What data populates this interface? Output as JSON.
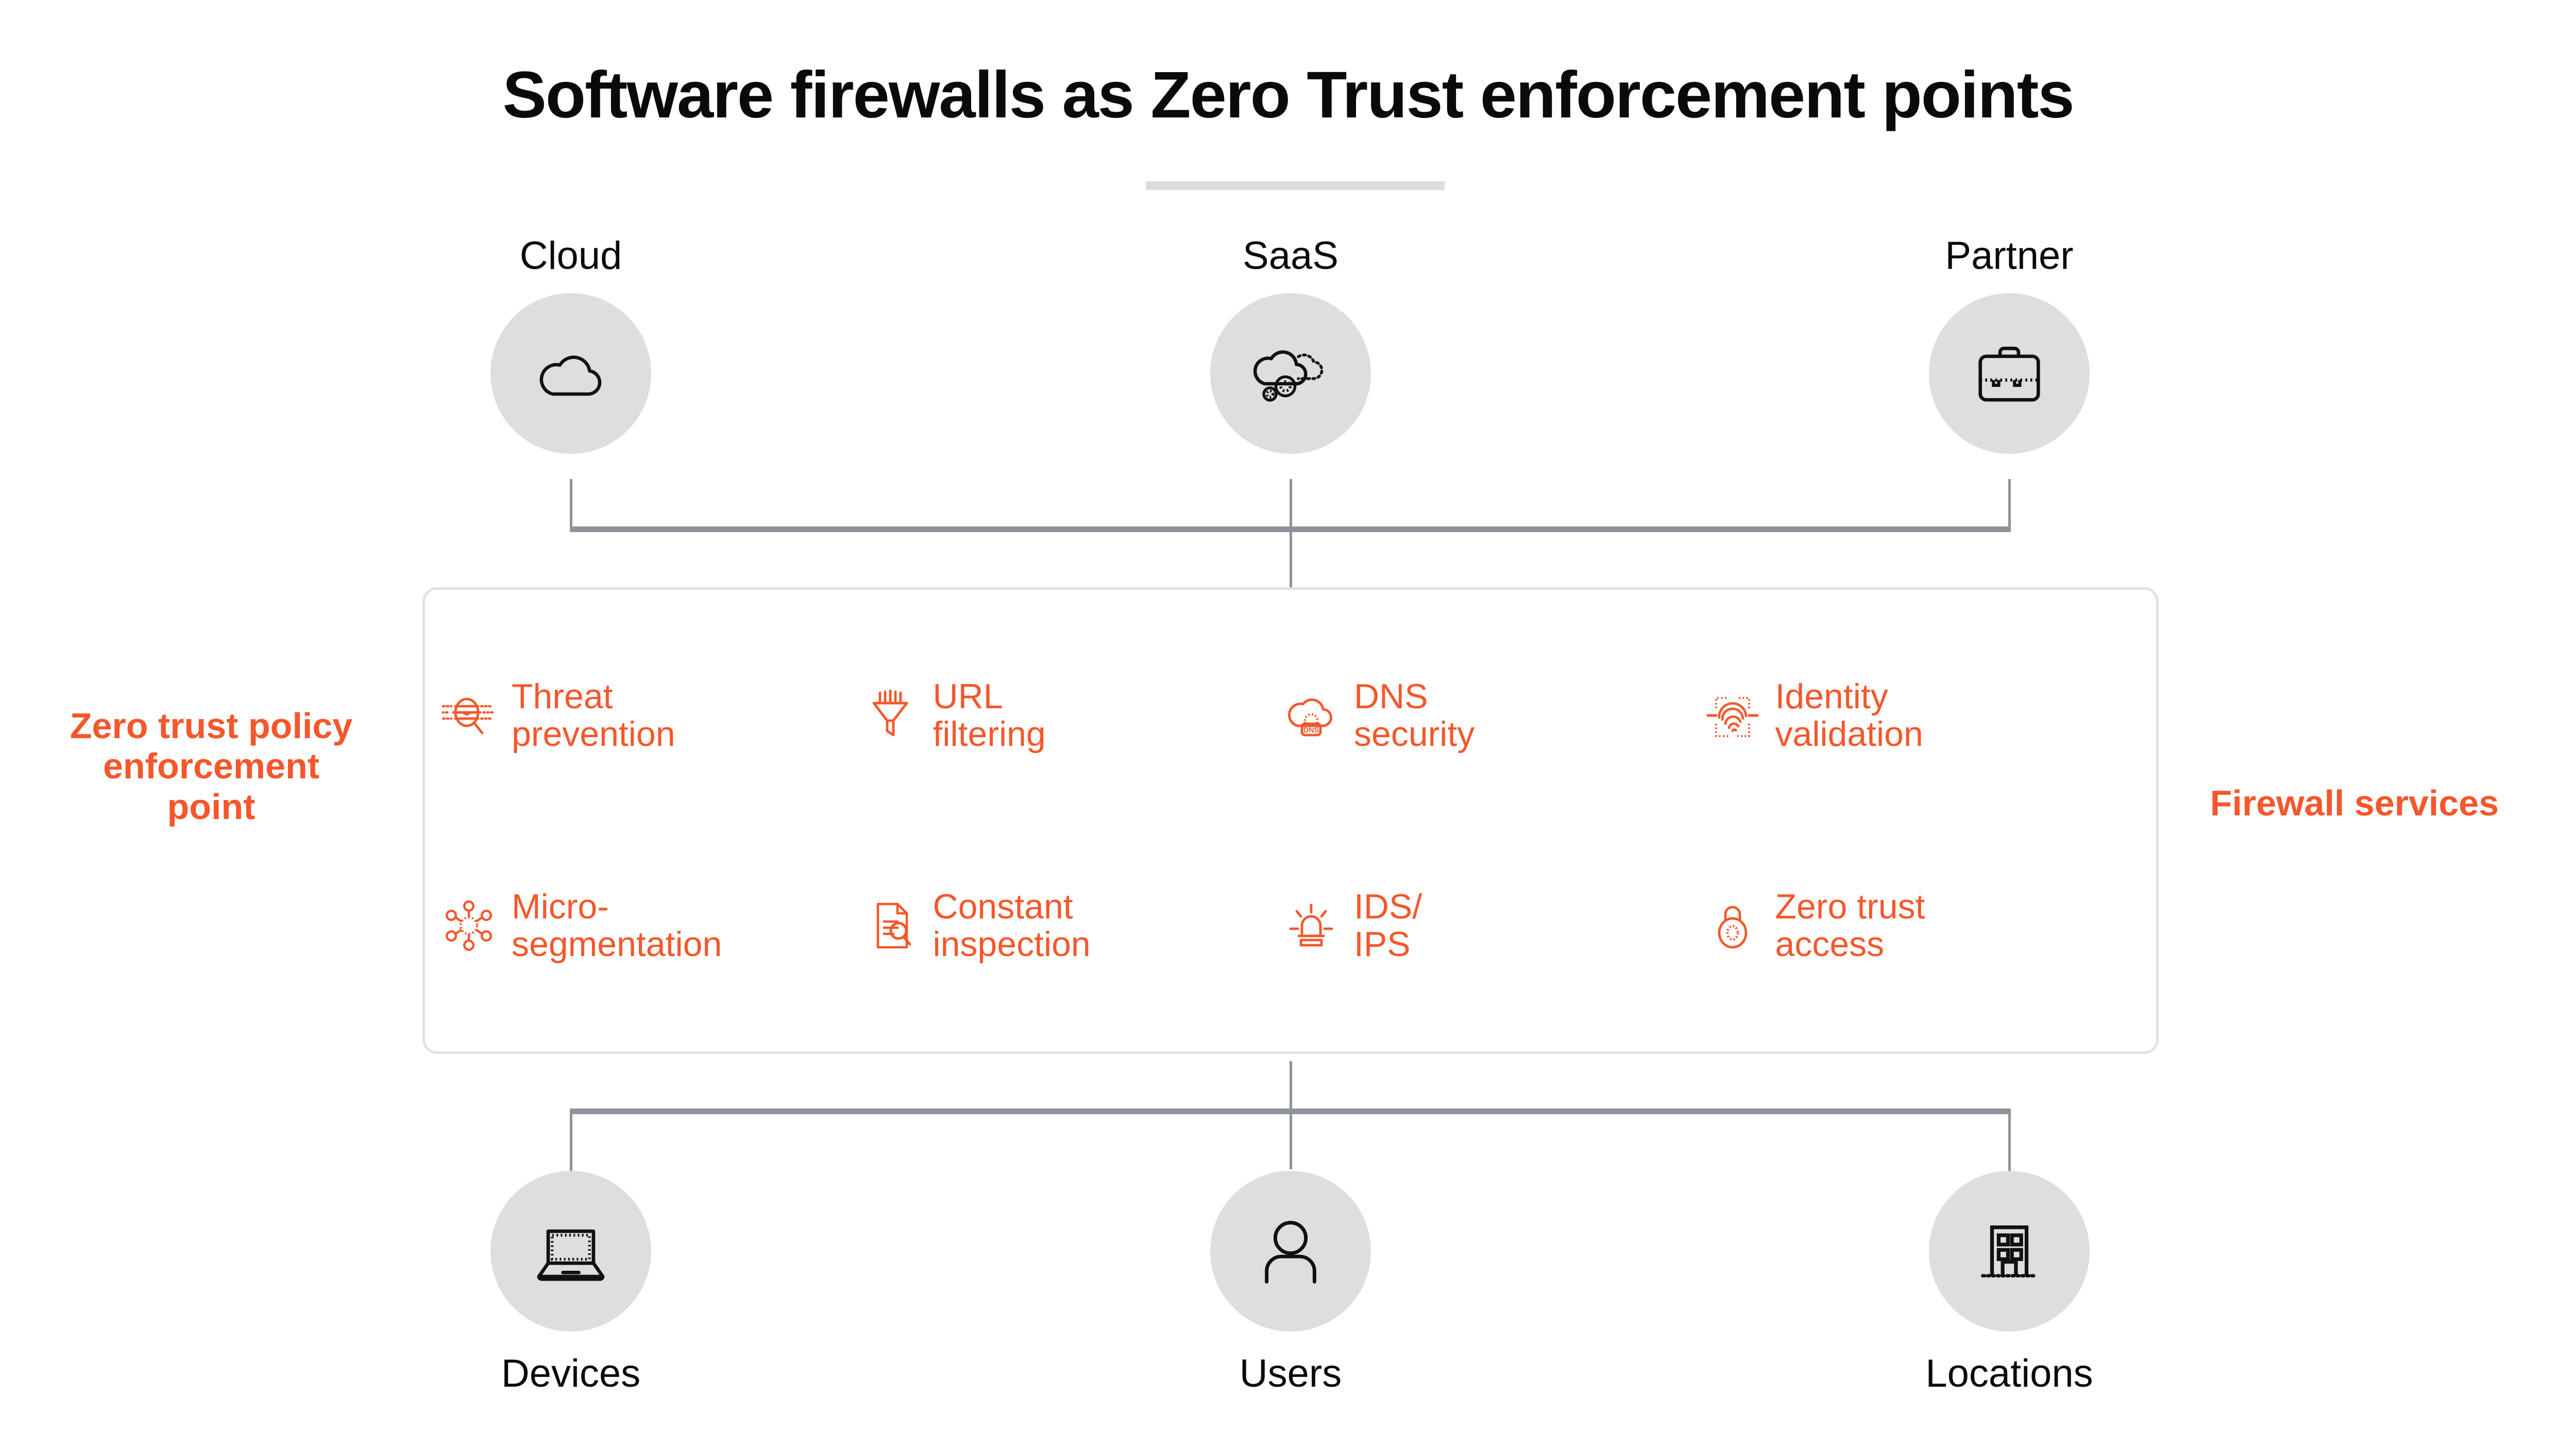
{
  "title": "Software firewalls as Zero Trust enforcement points",
  "colors": {
    "accent_orange": "#f4572b",
    "bubble_gray": "#dedede",
    "connector_gray": "#8e9399",
    "card_border": "#e2e2e2",
    "title_rule": "#dcdcdc",
    "text_black": "#0a0a0a"
  },
  "top_nodes": [
    {
      "label": "Cloud",
      "icon": "cloud-icon"
    },
    {
      "label": "SaaS",
      "icon": "cloud-gears-icon"
    },
    {
      "label": "Partner",
      "icon": "briefcase-icon"
    }
  ],
  "bottom_nodes": [
    {
      "label": "Devices",
      "icon": "laptop-icon"
    },
    {
      "label": "Users",
      "icon": "user-icon"
    },
    {
      "label": "Locations",
      "icon": "building-icon"
    }
  ],
  "captions": {
    "left": "Zero trust policy enforcement point",
    "right": "Firewall services"
  },
  "services": [
    {
      "label": "Threat\nprevention",
      "icon": "threat-magnifier-icon"
    },
    {
      "label": "URL\nfiltering",
      "icon": "funnel-icon"
    },
    {
      "label": "DNS\nsecurity",
      "icon": "dns-cloud-icon"
    },
    {
      "label": "Identity\nvalidation",
      "icon": "fingerprint-scan-icon"
    },
    {
      "label": "Micro-\nsegmentation",
      "icon": "network-nodes-icon"
    },
    {
      "label": "Constant\ninspection",
      "icon": "document-search-icon"
    },
    {
      "label": "IDS/\nIPS",
      "icon": "alarm-light-icon"
    },
    {
      "label": "Zero trust\naccess",
      "icon": "padlock-icon"
    }
  ]
}
